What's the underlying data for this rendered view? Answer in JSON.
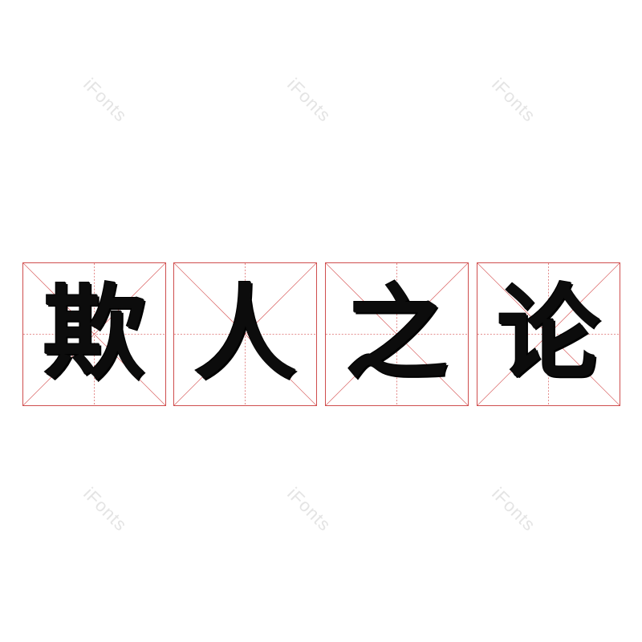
{
  "watermark": {
    "text": "iFonts"
  },
  "characters": [
    {
      "char": "欺"
    },
    {
      "char": "人"
    },
    {
      "char": "之"
    },
    {
      "char": "论"
    }
  ],
  "colors": {
    "grid_border": "#cf4e4e",
    "glyph": "#0c0c0c",
    "watermark": "#e4e4e4"
  }
}
